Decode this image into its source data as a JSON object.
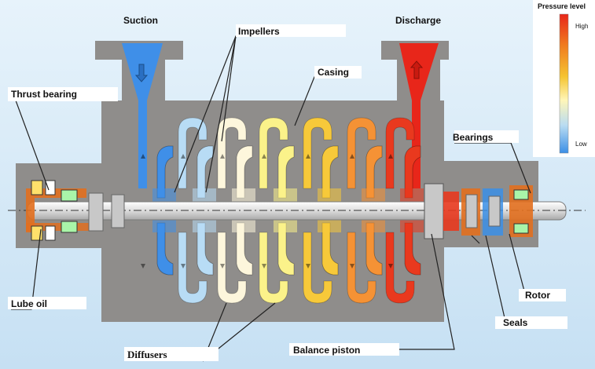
{
  "labels": {
    "suction": "Suction",
    "impellers": "Impellers",
    "discharge": "Discharge",
    "casing": "Casing",
    "thrust_bearing": "Thrust bearing",
    "bearings": "Bearings",
    "lube_oil": "Lube oil",
    "rotor": "Rotor",
    "seals": "Seals",
    "diffusers": "Diffusers",
    "balance_piston": "Balance piston"
  },
  "legend": {
    "title": "Pressure level",
    "high": "High",
    "low": "Low",
    "colors": [
      "#e8261a",
      "#f07a1e",
      "#f5c430",
      "#fff6b8",
      "#b9dcf2",
      "#3b8fe6"
    ]
  },
  "stage_colors": [
    "#3f8fe8",
    "#b8dcf5",
    "#fdf6dc",
    "#fbf28a",
    "#f7c93a",
    "#f59235",
    "#e9391e"
  ],
  "colors": {
    "background": "#cfe7f7",
    "casing": "#8f8d8b",
    "shaft": "#e8e8e8",
    "shaft_outline": "#7a7a7a",
    "suction_flow": "#3f8fe8",
    "discharge_flow": "#e8261a",
    "seal": "#f07a1e",
    "lube_oil": "#e26f1e"
  }
}
